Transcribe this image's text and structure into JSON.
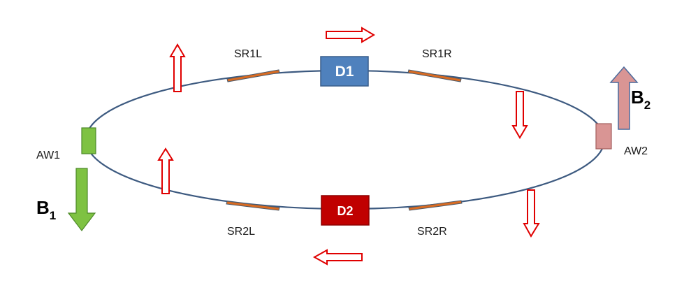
{
  "labels": {
    "sr1l": "SR1L",
    "sr1r": "SR1R",
    "sr2l": "SR2L",
    "sr2r": "SR2R",
    "aw1": "AW1",
    "aw2": "AW2",
    "d1": "D1",
    "d2": "D2",
    "b1_main": "B",
    "b1_sub": "1",
    "b2_main": "B",
    "b2_sub": "2"
  },
  "colors": {
    "ring": "#3d5a80",
    "segment": "#d86b22",
    "segment_border": "#4b5a6b",
    "d1_fill": "#4f81bd",
    "d2_fill": "#c00000",
    "aw1_fill": "#7ec242",
    "aw2_fill": "#d99594",
    "b1_arrow": "#7ec242",
    "b2_arrow": "#d99594",
    "direction_arrow": "#e00000"
  }
}
